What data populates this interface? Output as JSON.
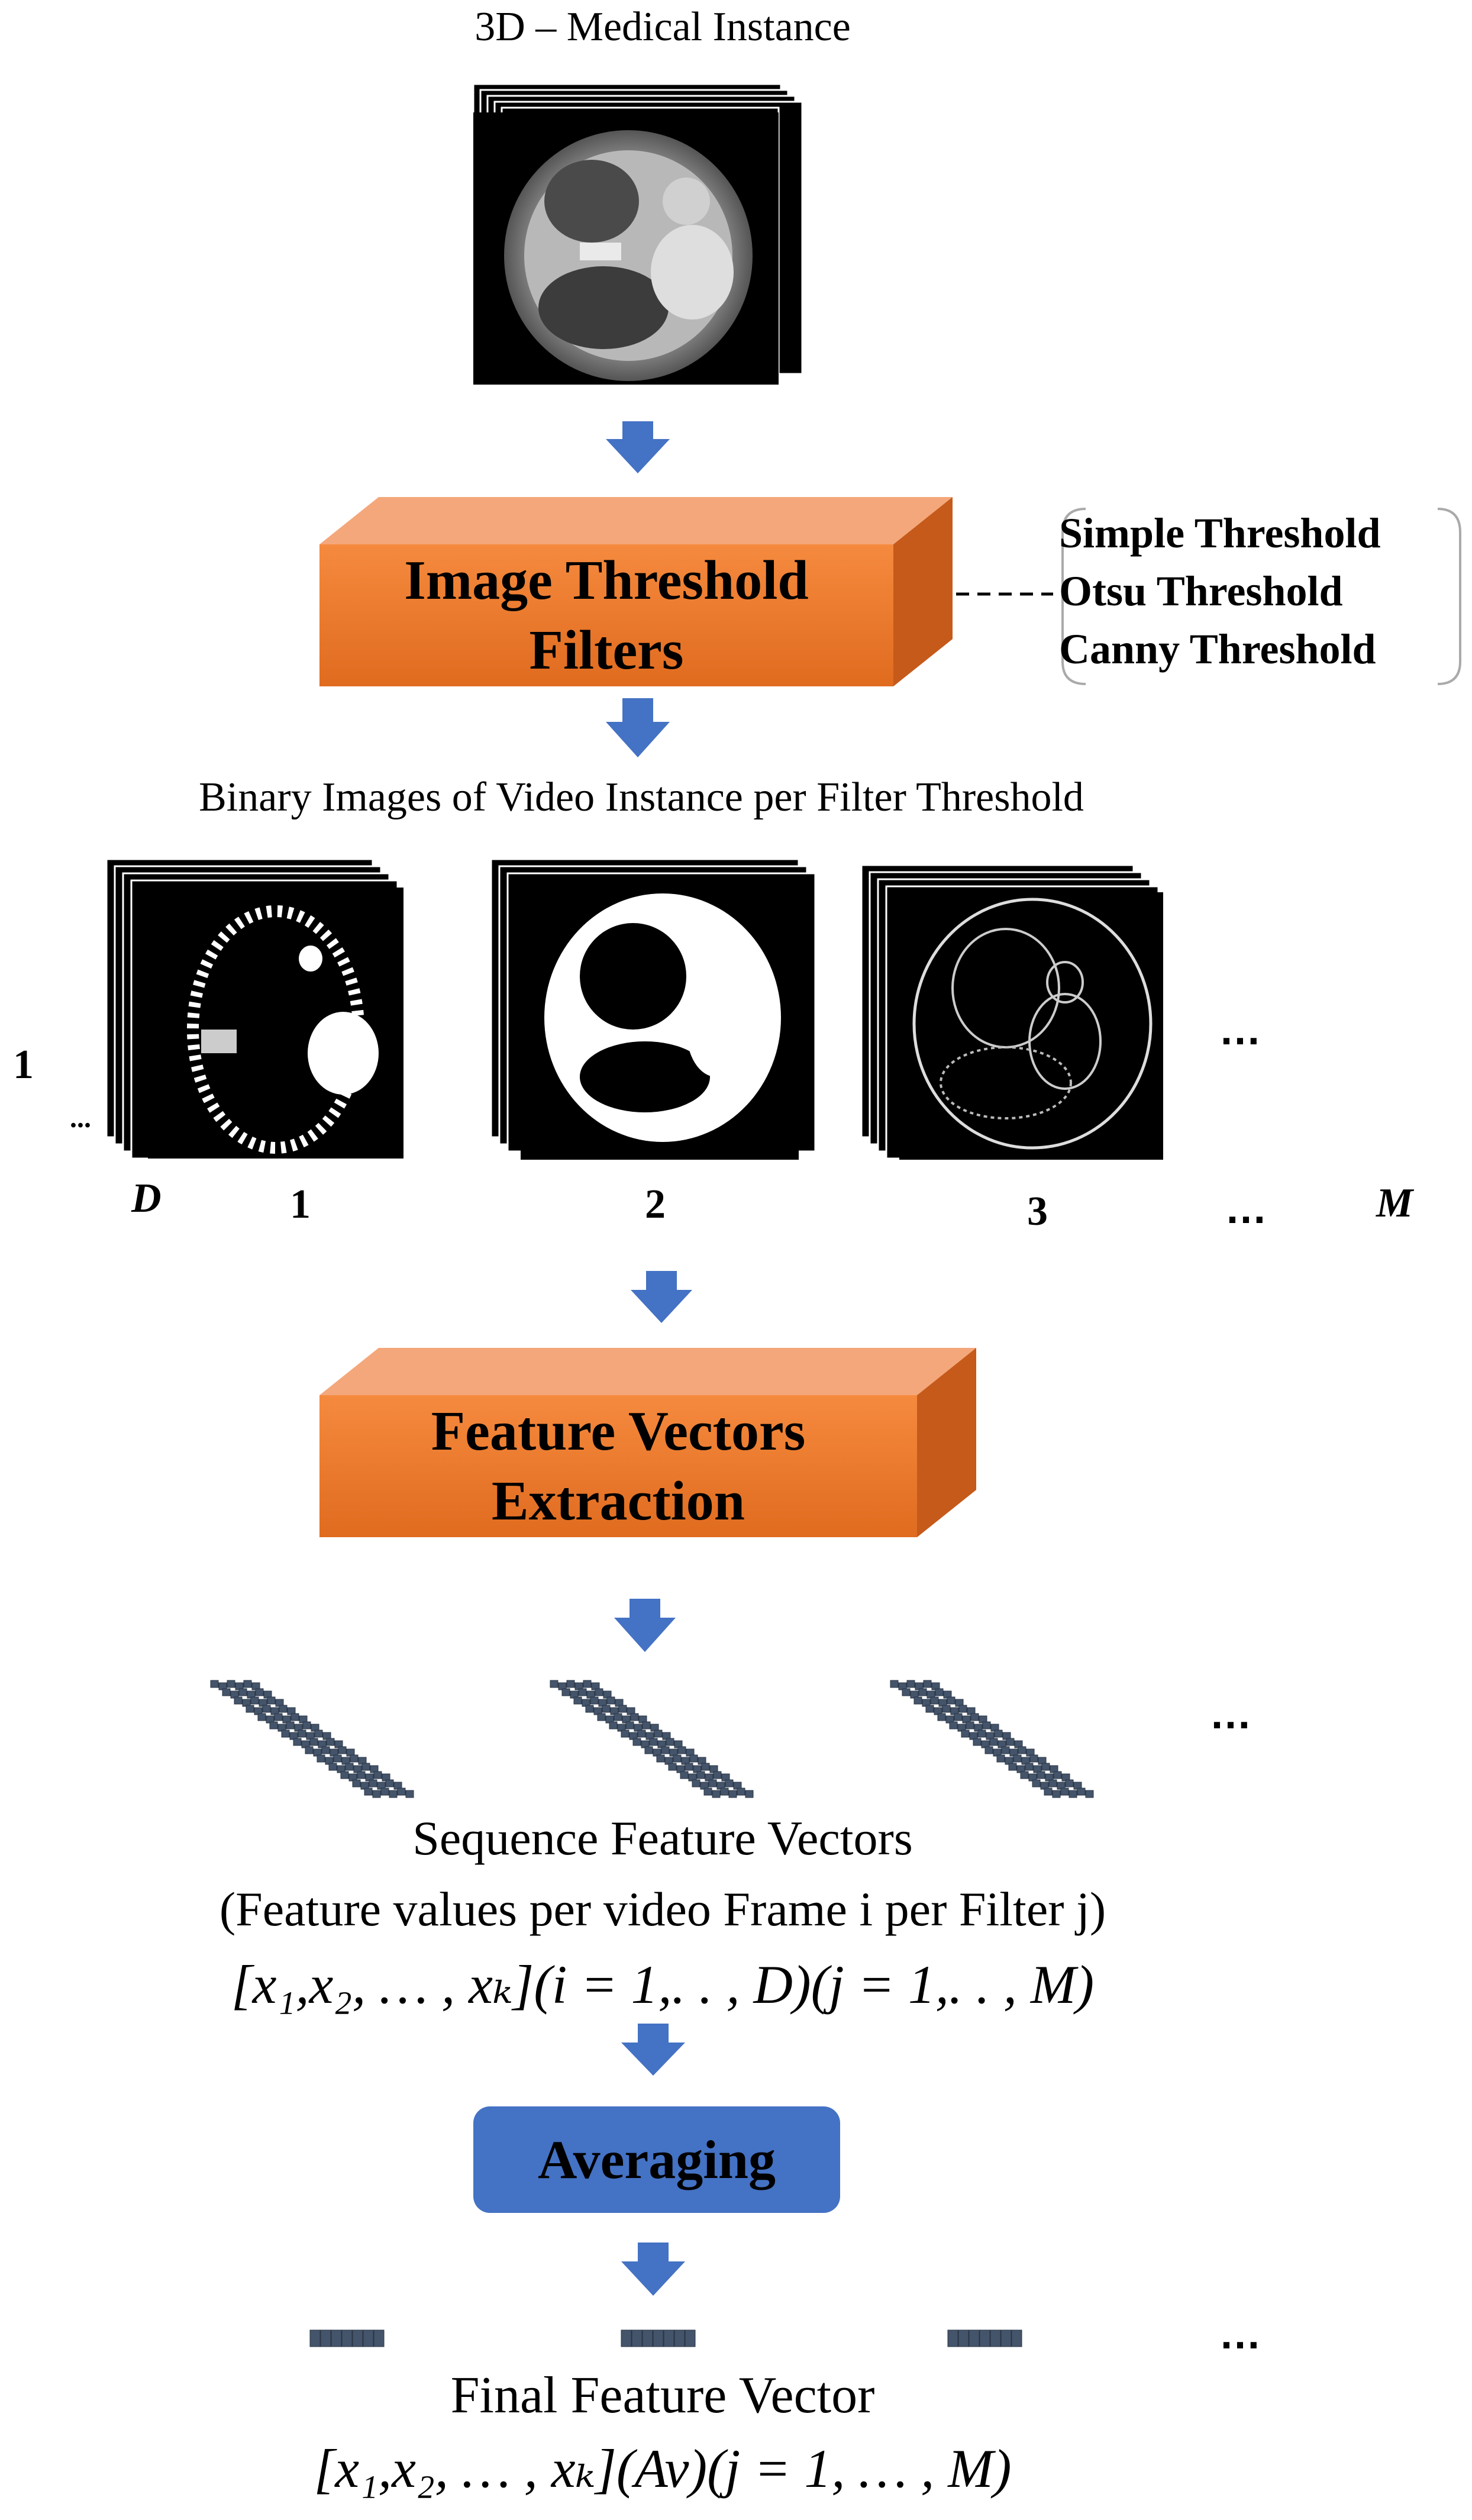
{
  "top": {
    "title": "3D – Medical Instance"
  },
  "box_threshold": {
    "line1": "Image Threshold",
    "line2": "Filters"
  },
  "filters": [
    "Simple Threshold",
    "Otsu Threshold",
    "Canny Threshold"
  ],
  "binary": {
    "caption": "Binary Images of Video Instance per Filter Threshold",
    "frame_start": "1",
    "frame_dots": "...",
    "frame_end": "D",
    "filter_labels": [
      "1",
      "2",
      "3"
    ],
    "more": "…",
    "filter_end": "M"
  },
  "box_features": {
    "line1": "Feature Vectors",
    "line2": "Extraction"
  },
  "sequence": {
    "more": "…",
    "title": "Sequence Feature Vectors",
    "subtitle": "(Feature values per video Frame i per Filter j)",
    "formula": "[x₁,x₂, … , xₖ](i = 1,. . , D)(j = 1,. . , M)"
  },
  "averaging": {
    "label": "Averaging"
  },
  "final": {
    "more": "…",
    "title": "Final Feature Vector",
    "formula": "[x₁,x₂, … , xₖ](Av)(j = 1, … , M)"
  },
  "colors": {
    "arrow": "#4472c4",
    "box_front": "#ed7d31",
    "box_top": "#f4a77a",
    "box_side": "#c55a1a",
    "averaging": "#4472c4",
    "vector_cell": "#44546a"
  }
}
